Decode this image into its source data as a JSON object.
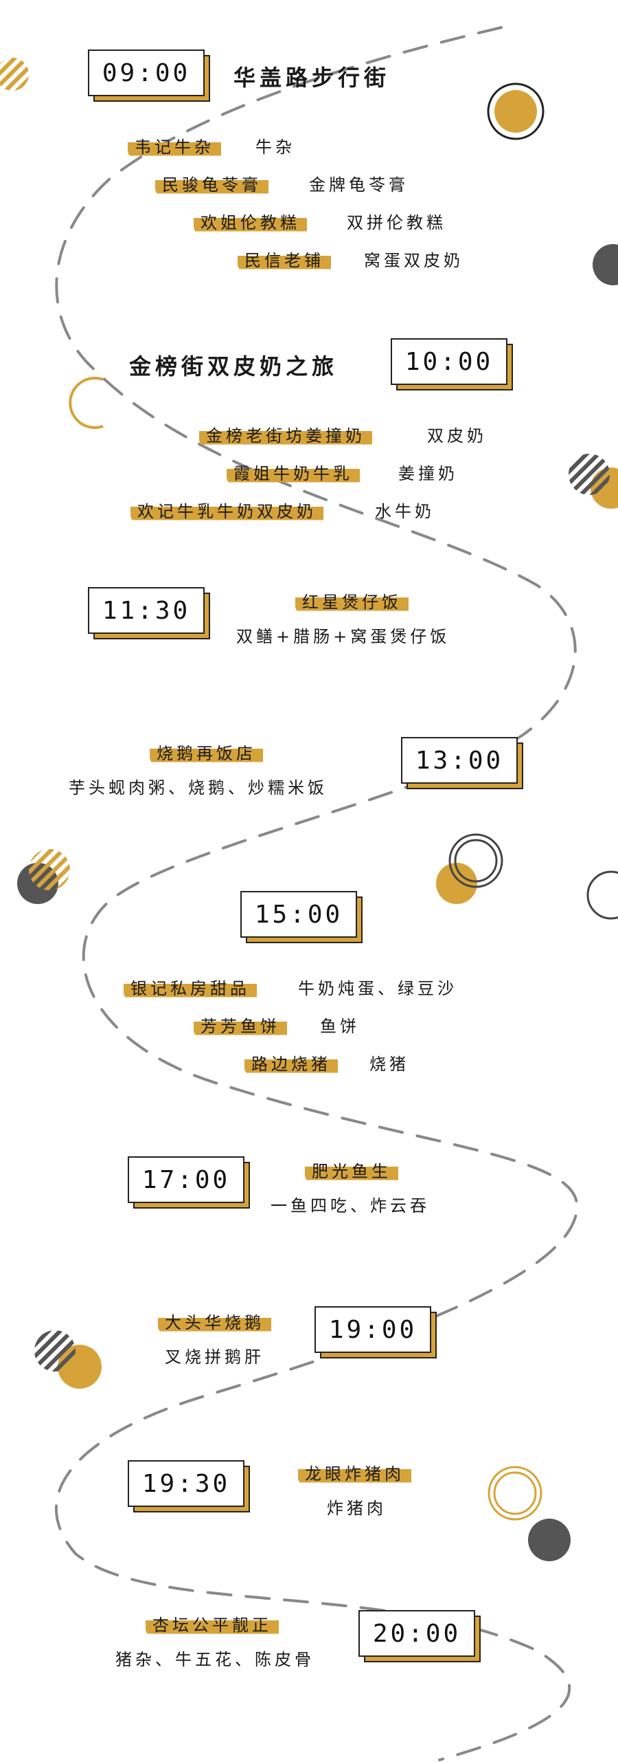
{
  "colors": {
    "accent": "#d6a33a",
    "ink": "#222222",
    "dark_circle": "#555555",
    "route": "#888888"
  },
  "s1": {
    "time": "09:00",
    "title": "华盖路步行街",
    "rows": [
      {
        "name": "韦记牛杂",
        "dish": "牛杂"
      },
      {
        "name": "民骏龟苓膏",
        "dish": "金牌龟苓膏"
      },
      {
        "name": "欢姐伦教糕",
        "dish": "双拼伦教糕"
      },
      {
        "name": "民信老铺",
        "dish": "窝蛋双皮奶"
      }
    ]
  },
  "s2": {
    "time": "10:00",
    "title": "金榜街双皮奶之旅",
    "rows": [
      {
        "name": "金榜老街坊姜撞奶",
        "dish": "双皮奶"
      },
      {
        "name": "霞姐牛奶牛乳",
        "dish": "姜撞奶"
      },
      {
        "name": "欢记牛乳牛奶双皮奶",
        "dish": "水牛奶"
      }
    ]
  },
  "s3": {
    "time": "11:30",
    "name": "红星煲仔饭",
    "dish": "双鳝+腊肠+窝蛋煲仔饭"
  },
  "s4": {
    "time": "13:00",
    "name": "烧鹅再饭店",
    "dish": "芋头蚬肉粥、烧鹅、炒糯米饭"
  },
  "s5": {
    "time": "15:00",
    "rows": [
      {
        "name": "银记私房甜品",
        "dish": "牛奶炖蛋、绿豆沙"
      },
      {
        "name": "芳芳鱼饼",
        "dish": "鱼饼"
      },
      {
        "name": "路边烧猪",
        "dish": "烧猪"
      }
    ]
  },
  "s6": {
    "time": "17:00",
    "name": "肥光鱼生",
    "dish": "一鱼四吃、炸云吞"
  },
  "s7": {
    "time": "19:00",
    "name": "大头华烧鹅",
    "dish": "叉烧拼鹅肝"
  },
  "s8": {
    "time": "19:30",
    "name": "龙眼炸猪肉",
    "dish": "炸猪肉"
  },
  "s9": {
    "time": "20:00",
    "name": "杏坛公平靓正",
    "dish": "猪杂、牛五花、陈皮骨"
  }
}
